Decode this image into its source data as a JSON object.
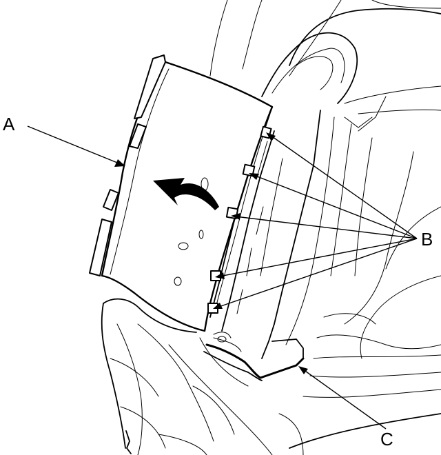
{
  "labels": {
    "a": "A",
    "b": "B",
    "c": "C"
  },
  "icons": {
    "direction_arrow": "curved-arrow-icon"
  },
  "colors": {
    "line": "#000000",
    "background": "#ffffff"
  }
}
